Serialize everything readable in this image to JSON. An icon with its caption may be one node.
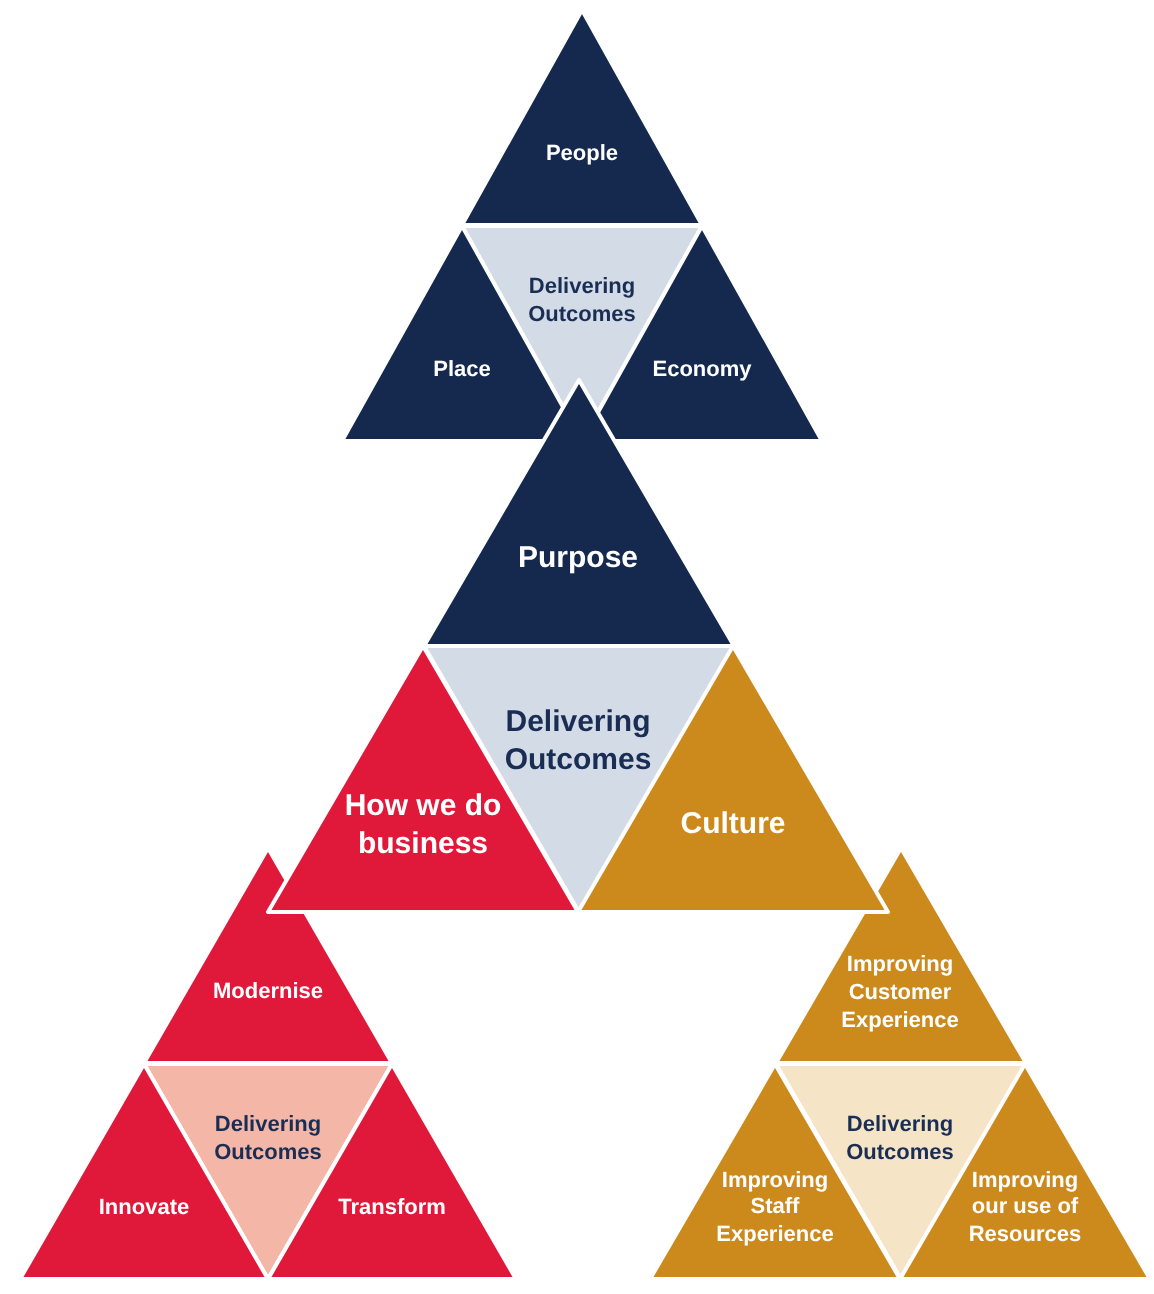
{
  "diagram": {
    "nodes": [
      {
        "text": [
          "People"
        ]
      },
      {
        "text": [
          "Delivering Outcomes"
        ]
      },
      {
        "text": [
          "Place"
        ]
      },
      {
        "text": [
          "Economy"
        ]
      },
      {
        "text": [
          "Purpose"
        ]
      },
      {
        "text": [
          "Delivering Outcomes"
        ]
      },
      {
        "text": [
          "How we do business"
        ]
      },
      {
        "text": [
          "Culture"
        ]
      },
      {
        "text": [
          "Modernise"
        ]
      },
      {
        "text": [
          "Delivering Outcomes"
        ]
      },
      {
        "text": [
          "Innovate"
        ]
      },
      {
        "text": [
          "Transform"
        ]
      },
      {
        "text": [
          "Improving Customer Experience"
        ]
      },
      {
        "text": [
          "Delivering Outcomes"
        ]
      },
      {
        "text": [
          "Improving Staff Experience"
        ]
      },
      {
        "text": [
          "Improving our use of Resources"
        ]
      }
    ]
  }
}
